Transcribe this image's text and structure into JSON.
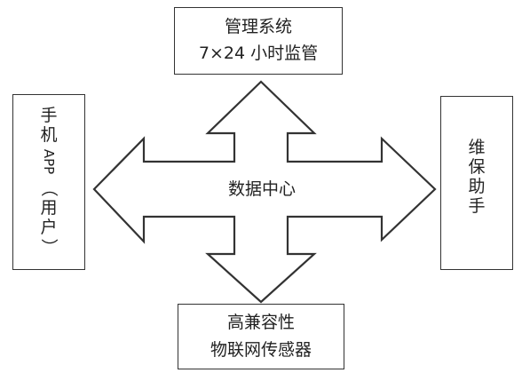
{
  "top_box": {
    "line1": "管理系统",
    "line2": "7×24 小时监管"
  },
  "bottom_box": {
    "line1": "高兼容性",
    "line2": "物联网传感器"
  },
  "left_box": {
    "chars": [
      "手",
      "机",
      "APP",
      "（",
      "用",
      "户",
      "）"
    ]
  },
  "right_box": {
    "chars": [
      "维",
      "保",
      "助",
      "手"
    ]
  },
  "center": {
    "label": "数据中心"
  }
}
